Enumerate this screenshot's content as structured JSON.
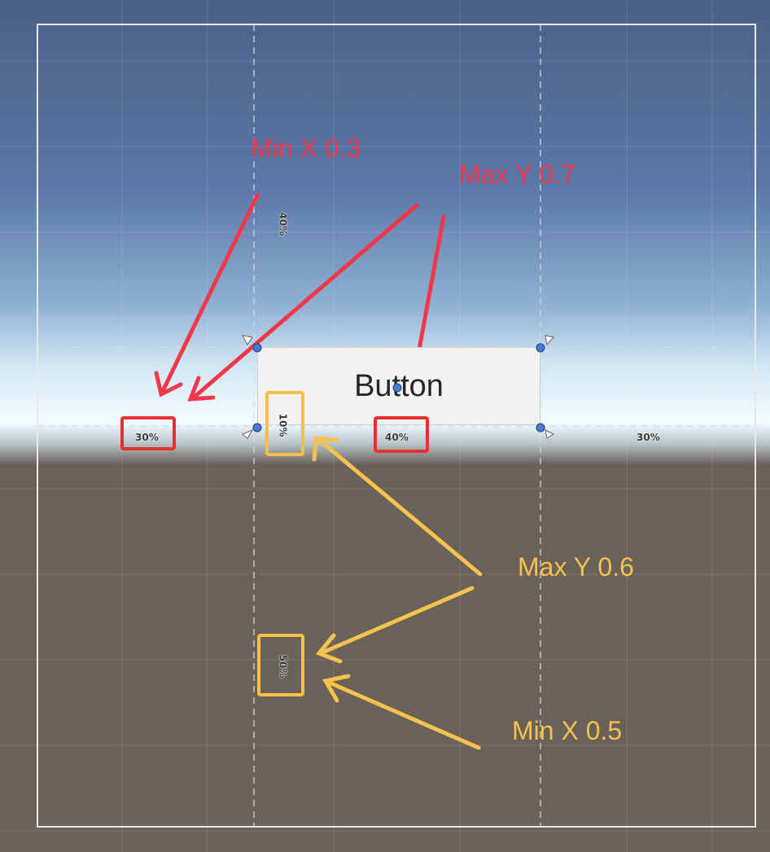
{
  "button": {
    "label": "Button"
  },
  "percent_labels": {
    "left_30": "30%",
    "center_40": "40%",
    "right_30": "30%",
    "top_40": "40%",
    "gap_10": "10%",
    "bottom_50": "50%"
  },
  "annotations": {
    "min_x_03": "Min X 0.3",
    "max_y_07": "Max Y 0.7",
    "max_y_06": "Max Y 0.6",
    "min_x_05": "Min X 0.5"
  },
  "colors": {
    "sky_top": "#4a6086",
    "sky_horizon": "#f4fcff",
    "ground": "#6a6159",
    "red_annotation": "#f0384a",
    "yellow_annotation": "#f5c14f",
    "handle": "#4a7bd0"
  }
}
